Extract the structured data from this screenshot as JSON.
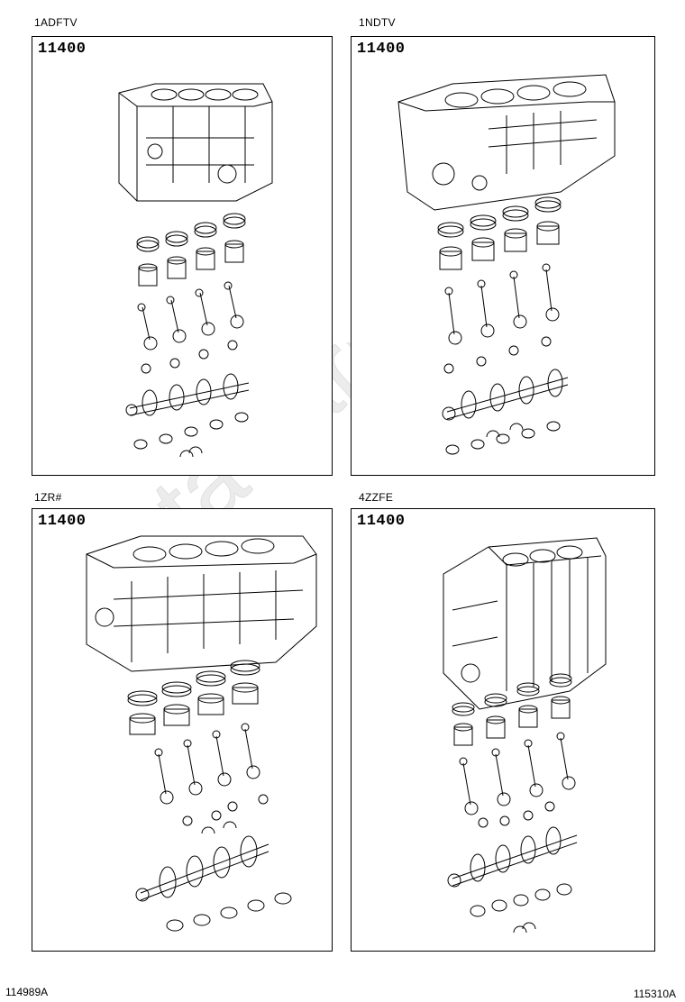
{
  "panels": [
    {
      "caption": "1ADFTV",
      "code": "11400",
      "block_style": "compact"
    },
    {
      "caption": "1NDTV",
      "code": "11400",
      "block_style": "long"
    },
    {
      "caption": "1ZR#",
      "code": "11400",
      "block_style": "ribbed"
    },
    {
      "caption": "4ZZFE",
      "code": "11400",
      "block_style": "tall"
    }
  ],
  "footer": {
    "left_ref": "114989A",
    "right_ref": "115310A"
  },
  "watermark": {
    "text": "ToyotaCarMart.ru",
    "color": "#e6e6e6"
  },
  "icons": [
    "engine-block-icon",
    "piston-ring-set-icon",
    "piston-icon",
    "connecting-rod-icon",
    "rod-bearing-icon",
    "crankshaft-icon",
    "main-bearing-icon",
    "thrust-washer-icon"
  ]
}
